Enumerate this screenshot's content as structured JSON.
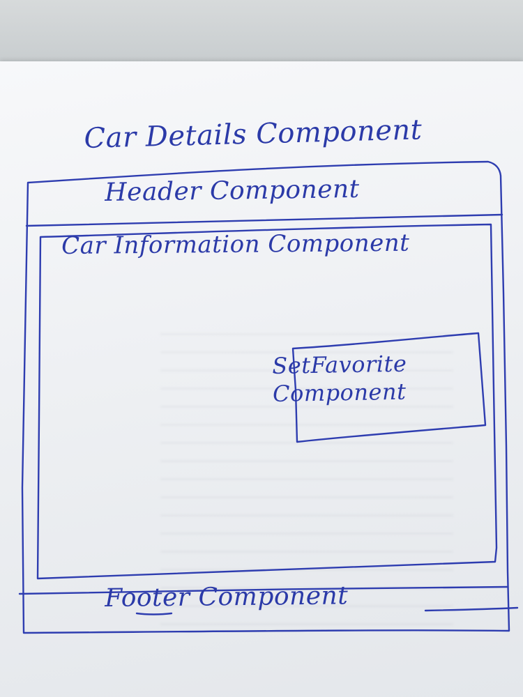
{
  "diagram": {
    "title": "Car Details Component",
    "header": "Header Component",
    "car_information": "Car Information Component",
    "set_favorite": "SetFavorite Component",
    "footer": "Footer Component"
  },
  "colors": {
    "ink": "#2b3aa8",
    "paper": "#f2f4f7"
  }
}
